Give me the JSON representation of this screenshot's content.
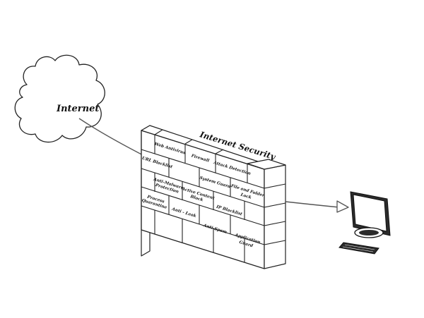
{
  "cloud": {
    "label": "Internet"
  },
  "wall": {
    "title": "Internet Security",
    "bricks": [
      [
        "Web Antivirus"
      ],
      [
        "Firewall"
      ],
      [
        "Attack Detection"
      ],
      [
        "URL Blacklist"
      ],
      [
        "System Guard"
      ],
      [
        "File and Folder",
        "Lock"
      ],
      [
        "Anti-Malware",
        "Protection"
      ],
      [
        "Active Content",
        "Block"
      ],
      [
        "IP Blacklist"
      ],
      [
        "Process",
        "Quarantine"
      ],
      [
        "Anti - Leak"
      ],
      [
        "Anti-Spam"
      ],
      [
        "Application",
        "Guard"
      ]
    ]
  },
  "icons": {
    "cloud": "cloud-icon",
    "computer": "desktop-computer-icon",
    "keyboard": "keyboard-icon"
  }
}
